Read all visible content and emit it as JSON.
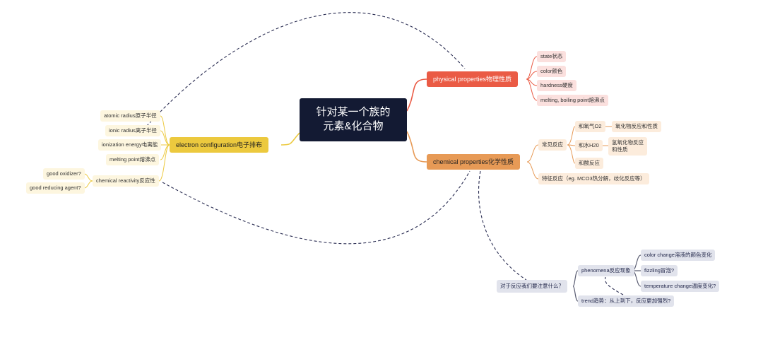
{
  "central": {
    "line1": "针对某一个族的",
    "line2": "元素&化合物"
  },
  "physical": {
    "label": "physical properties物理性质",
    "items": [
      "state状态",
      "color颜色",
      "hardness硬度",
      "melting, boiling point熔沸点"
    ]
  },
  "chemical": {
    "label": "chemical properties化学性质",
    "common": {
      "label": "常见反应",
      "items": [
        {
          "label": "和氧气O2",
          "detail": "氧化物反应和性质"
        },
        {
          "label": "和水H20",
          "detail": "氢氧化物反应和性质"
        },
        {
          "label": "和酸反应",
          "detail": ""
        }
      ]
    },
    "special": "特征反应（eg. MCO3热分解，歧化反应等）"
  },
  "electron": {
    "label": "electron configuration电子排布",
    "items": [
      "atomic radius原子半径",
      "ionic radius离子半径",
      "ionization energy电离能",
      "melting point熔沸点",
      "chemical reactivity反应性"
    ],
    "reactivity_children": [
      "good oxidizer?",
      "good reducing agent?"
    ]
  },
  "reaction": {
    "label": "对于反应我们要注意什么？",
    "phenomena": {
      "label": "phenomena反应现象",
      "items": [
        "color change溶液的颜色变化",
        "fizzling冒泡?",
        "temperature change温度变化?"
      ]
    },
    "trend": "trend趋势：从上到下，反应更加强烈?"
  },
  "colors": {
    "central": "#131a33",
    "physical": "#ea5b45",
    "chemical": "#e79a56",
    "electron": "#ecc93e",
    "reaction": "#5a5d72",
    "dashed": "#2a2d52"
  }
}
